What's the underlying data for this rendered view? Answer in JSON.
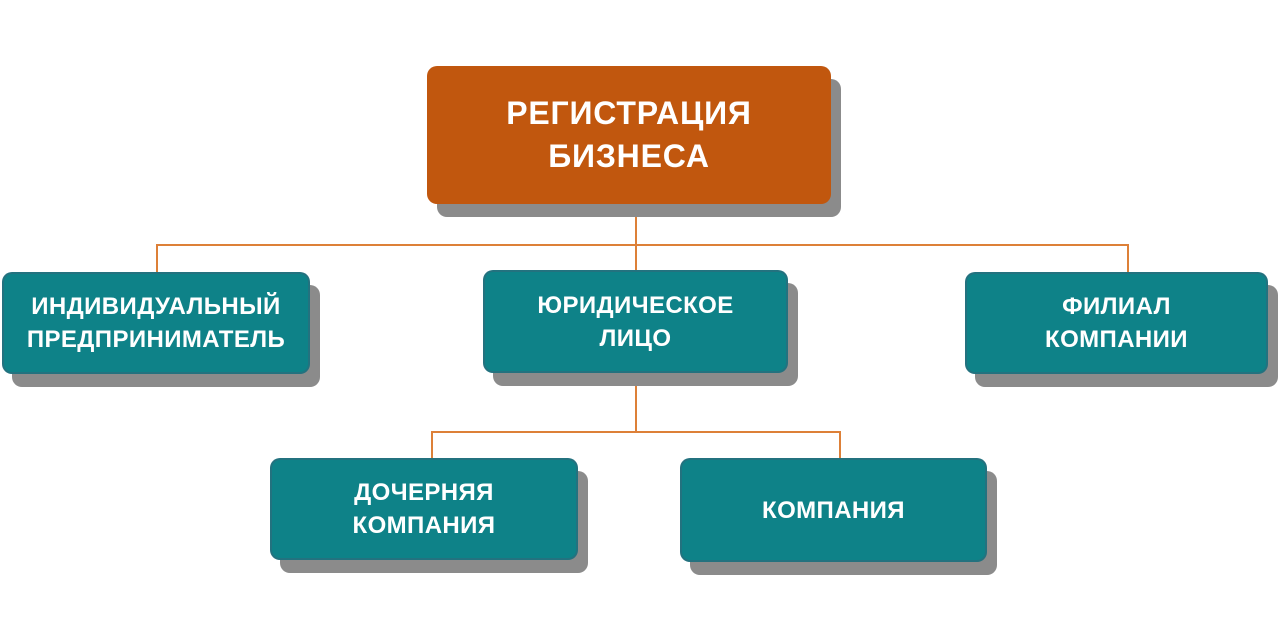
{
  "colors": {
    "page_bg": "#FFFFFF",
    "root_fill": "#C1570E",
    "node_fill": "#0E8288",
    "node_border": "rgba(62, 95, 118, 0.45)",
    "connector": "#DD8038",
    "shadow": "#8B8B8B",
    "text": "#FFFFFF"
  },
  "nodes": {
    "root": {
      "line1": "РЕГИСТРАЦИЯ",
      "line2": "БИЗНЕСА"
    },
    "individual": {
      "line1": "ИНДИВИДУАЛЬНЫЙ",
      "line2": "ПРЕДПРИНИМАТЕЛЬ"
    },
    "legal": {
      "line1": "ЮРИДИЧЕСКОЕ",
      "line2": "ЛИЦО"
    },
    "branch": {
      "line1": "ФИЛИАЛ",
      "line2": "КОМПАНИИ"
    },
    "subsidiary": {
      "line1": "ДОЧЕРНЯЯ",
      "line2": "КОМПАНИЯ"
    },
    "company": {
      "line1": "КОМПАНИЯ"
    }
  }
}
